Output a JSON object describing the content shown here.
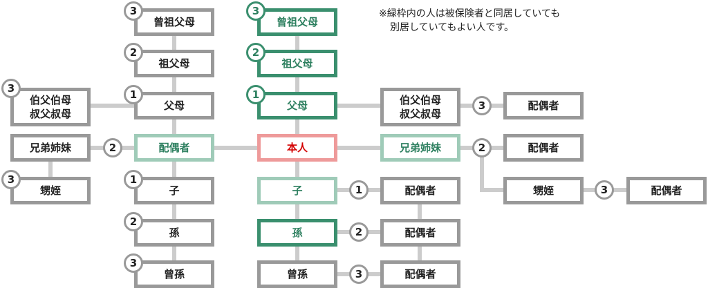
{
  "note": {
    "line1": "※緑枠内の人は被保険者と同居していても",
    "line2": "別居していてもよい人です。"
  },
  "colors": {
    "gray": "#999999",
    "dark_green": "#3a8f6e",
    "light_green": "#9fcbb8",
    "red": "#ee9a9a",
    "line": "#cccccc"
  },
  "spouse_side": {
    "great_grandparents": "曾祖父母",
    "grandparents": "祖父母",
    "parents": "父母",
    "uncles_aunts": [
      "伯父伯母",
      "叔父叔母"
    ],
    "spouse": "配偶者",
    "siblings": "兄弟姉妹",
    "nephews_nieces": "甥姪"
  },
  "insured_side": {
    "great_grandparents": "曾祖父母",
    "grandparents": "祖父母",
    "parents": "父母",
    "self": "本人",
    "uncles_aunts": [
      "伯父伯母",
      "叔父叔母"
    ],
    "siblings": "兄弟姉妹",
    "nephews_nieces": "甥姪"
  },
  "descendants": {
    "child": "子",
    "grandchild": "孫",
    "great_grandchild": "曾孫",
    "col_b_child": "子",
    "col_b_grandchild": "孫",
    "col_b_great_grandchild": "曾孫"
  },
  "spouse_label": "配偶者",
  "degrees": {
    "one": "1",
    "two": "2",
    "three": "3"
  }
}
